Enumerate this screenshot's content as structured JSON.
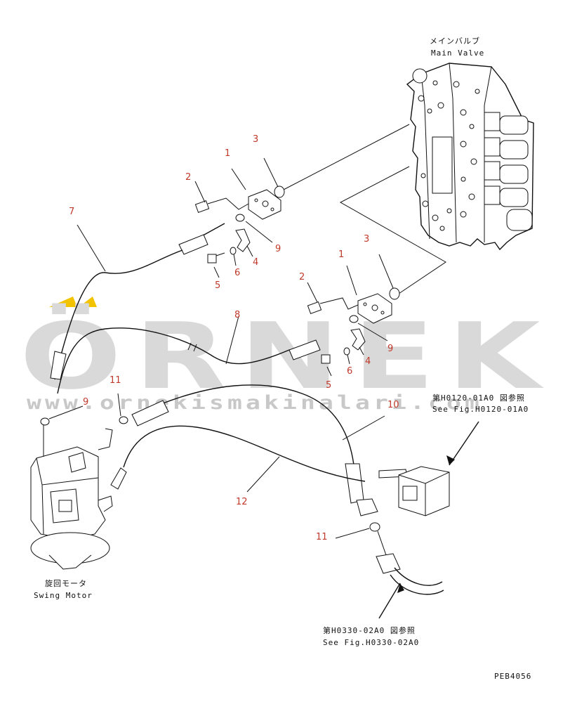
{
  "labels": {
    "main_valve_jp": "メインバルブ",
    "main_valve_en": "Main Valve",
    "swing_motor_jp": "旋回モータ",
    "swing_motor_en": "Swing Motor",
    "ref1_jp": "第H0120-01A0 図参照",
    "ref1_en": "See Fig.H0120-01A0",
    "ref2_jp": "第H0330-02A0 図参照",
    "ref2_en": "See Fig.H0330-02A0",
    "drawing_code": "PEB4056"
  },
  "watermark": {
    "brand": "ÖRNEK",
    "url": "www.ornekismakinalari.com"
  },
  "callouts": [
    {
      "id": "c1a",
      "text": "1"
    },
    {
      "id": "c1b",
      "text": "1"
    },
    {
      "id": "c2a",
      "text": "2"
    },
    {
      "id": "c2b",
      "text": "2"
    },
    {
      "id": "c3a",
      "text": "3"
    },
    {
      "id": "c3b",
      "text": "3"
    },
    {
      "id": "c4a",
      "text": "4"
    },
    {
      "id": "c4b",
      "text": "4"
    },
    {
      "id": "c5a",
      "text": "5"
    },
    {
      "id": "c5b",
      "text": "5"
    },
    {
      "id": "c6a",
      "text": "6"
    },
    {
      "id": "c6b",
      "text": "6"
    },
    {
      "id": "c7",
      "text": "7"
    },
    {
      "id": "c8",
      "text": "8"
    },
    {
      "id": "c9a",
      "text": "9"
    },
    {
      "id": "c9b",
      "text": "9"
    },
    {
      "id": "c9c",
      "text": "9"
    },
    {
      "id": "c10",
      "text": "10"
    },
    {
      "id": "c11a",
      "text": "11"
    },
    {
      "id": "c11b",
      "text": "11"
    },
    {
      "id": "c12",
      "text": "12"
    }
  ],
  "colors": {
    "callout": "#c0392b",
    "line": "#111111",
    "watermark": "#d9d9d9",
    "watermark_accent": "#f3c300"
  }
}
